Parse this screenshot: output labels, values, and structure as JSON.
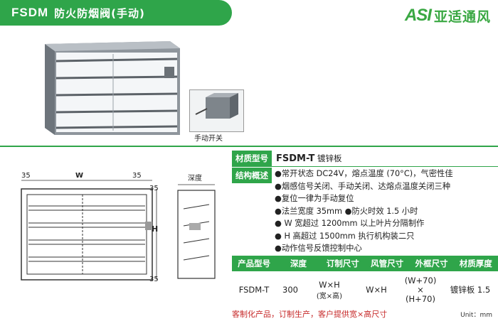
{
  "header": {
    "model": "FSDM",
    "name": "防火防烟阀(手动)"
  },
  "logo": {
    "mark": "ASI",
    "text": "亚适通风"
  },
  "photo": {
    "caption": "手动开关"
  },
  "drawing": {
    "width_label": "W",
    "height_label": "H",
    "depth_label": "深度",
    "margin_left": "35",
    "margin_right": "35",
    "margin_top": "35",
    "margin_bottom": "35"
  },
  "spec": {
    "material_label": "材质型号",
    "material_model": "FSDM-T",
    "material_value": "镀锌板",
    "structure_label": "结构概述",
    "features": [
      "●常开状态 DC24V，熔点温度 (70°C)，气密性佳",
      "●烟感信号关闭、手动关闭、达熔点温度关闭三种",
      "●复位一律为手动复位",
      "●法兰宽度 35mm ●防火时效 1.5 小时",
      "● W 宽超过 1200mm 以上叶片分隔制作",
      "● H 高超过 1500mm 执行机构装二只",
      "●动作信号反馈控制中心"
    ]
  },
  "table": {
    "headers": [
      "产品型号",
      "深度",
      "订制尺寸",
      "风管尺寸",
      "外框尺寸",
      "材质厚度"
    ],
    "row": {
      "model": "FSDM-T",
      "depth": "300",
      "custom": "W×H",
      "custom_sub": "(宽×高)",
      "duct": "W×H",
      "frame_l1": "(W+70)",
      "frame_l2": "×",
      "frame_l3": "(H+70)",
      "thickness": "镀锌板 1.5"
    }
  },
  "footer": {
    "note": "客制化产品，订制生产，客户提供宽×高尺寸",
    "unit": "Unit：mm"
  },
  "colors": {
    "brand_green": "#2fa54a",
    "note_red": "#c62828"
  }
}
